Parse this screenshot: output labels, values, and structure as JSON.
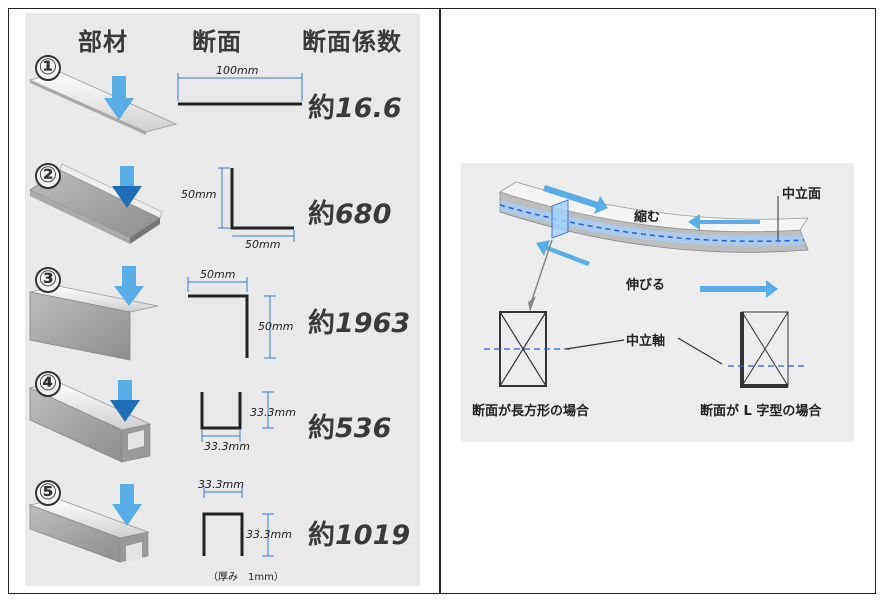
{
  "headers": {
    "member": "部材",
    "section": "断面",
    "modulus": "断面係数"
  },
  "rows": [
    {
      "num": "①",
      "prefix": "約",
      "value": "16.6",
      "dims": [
        "100mm"
      ]
    },
    {
      "num": "②",
      "prefix": "約",
      "value": "680",
      "dims": [
        "50mm",
        "50mm"
      ]
    },
    {
      "num": "③",
      "prefix": "約",
      "value": "1963",
      "dims": [
        "50mm",
        "50mm"
      ]
    },
    {
      "num": "④",
      "prefix": "約",
      "value": "536",
      "dims": [
        "33.3mm",
        "33.3mm"
      ]
    },
    {
      "num": "⑤",
      "prefix": "約",
      "value": "1019",
      "dims": [
        "33.3mm",
        "33.3mm"
      ]
    }
  ],
  "thickness_note": "（厚み　1mm）",
  "right": {
    "neutral_plane": "中立面",
    "compress": "縮む",
    "stretch": "伸びる",
    "neutral_axis": "中立軸",
    "rect_case": "断面が長方形の場合",
    "l_case": "断面が L 字型の場合"
  },
  "colors": {
    "arrow_blue": "#5aaee8",
    "arrow_dark": "#1e6fb5",
    "dashed_blue": "#2f5fd0"
  }
}
